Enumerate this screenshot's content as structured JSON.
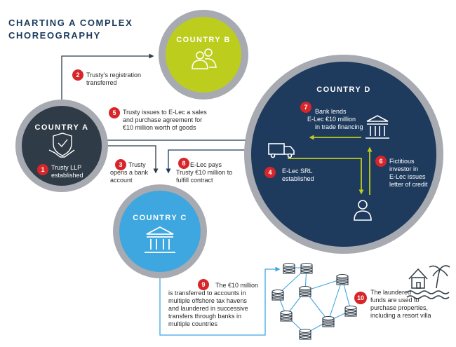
{
  "title": {
    "line1": "CHARTING A COMPLEX",
    "line2": "CHOREOGRAPHY"
  },
  "colors": {
    "navy": "#1e3a5c",
    "dark_slate": "#2f3b46",
    "lime": "#bccd1e",
    "sky": "#3fa7e0",
    "ring_gray": "#a7aab1",
    "badge_red": "#d7262b",
    "arrow_lime": "#bccd1e",
    "arrow_navy": "#1e3a5c"
  },
  "countries": {
    "a": {
      "label": "COUNTRY A"
    },
    "b": {
      "label": "COUNTRY B"
    },
    "c": {
      "label": "COUNTRY C"
    },
    "d": {
      "label": "COUNTRY D"
    }
  },
  "steps": [
    {
      "num": "1",
      "lines": [
        "Trusty LLP",
        "established"
      ]
    },
    {
      "num": "2",
      "lines": [
        "Trusty’s registration",
        "transferred"
      ]
    },
    {
      "num": "3",
      "lines": [
        "Trusty",
        "opens a bank",
        "account"
      ]
    },
    {
      "num": "4",
      "lines": [
        "E-Lec SRL",
        "established"
      ]
    },
    {
      "num": "5",
      "lines": [
        "Trusty issues to E-Lec a sales",
        "and purchase agreement for",
        "€10 million worth of goods"
      ]
    },
    {
      "num": "6",
      "lines": [
        "Fictitious",
        "investor in",
        "E-Lec issues",
        "letter of credit"
      ]
    },
    {
      "num": "7",
      "lines": [
        "Bank lends",
        "E-Lec €10 million",
        "in trade financing"
      ]
    },
    {
      "num": "8",
      "lines": [
        "E-Lec pays",
        "Trusty €10 million to",
        "fulfill contract"
      ]
    },
    {
      "num": "9",
      "lines": [
        "The €10 million",
        "is transferred to accounts in",
        "multiple offshore tax havens",
        "and laundered in successive",
        "transfers through banks in",
        "multiple countries"
      ]
    },
    {
      "num": "10",
      "lines": [
        "The laundered",
        "funds are used to",
        "purchase properties,",
        "including a resort villa"
      ]
    }
  ],
  "icons": {
    "country_a": "handshake-shield-icon",
    "country_b": "people-icon",
    "country_c": "bank-icon",
    "country_d_bank": "bank-icon",
    "country_d_truck": "truck-icon",
    "country_d_person": "person-icon",
    "coins": "coin-stack-icon",
    "villa": "resort-villa-icon"
  }
}
